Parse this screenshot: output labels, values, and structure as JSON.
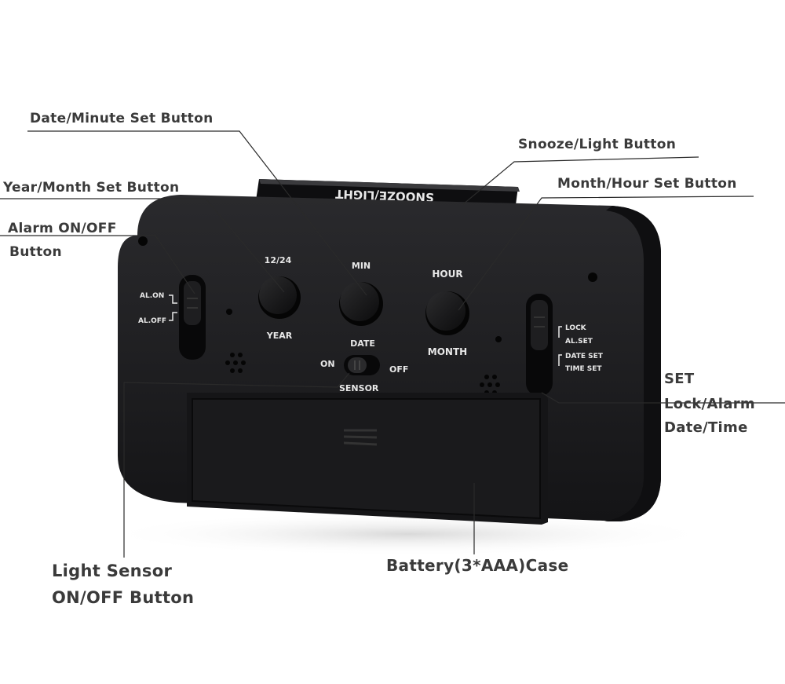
{
  "callouts": {
    "date_minute": "Date/Minute Set Button",
    "snooze_light": "Snooze/Light Button",
    "year_month": "Year/Month Set Button",
    "month_hour": "Month/Hour Set Button",
    "alarm_onoff_1": "Alarm ON/OFF",
    "alarm_onoff_2": "Button",
    "set_1": "SET",
    "set_2": "Lock/Alarm",
    "set_3": "Date/Time",
    "sensor_1": "Light Sensor",
    "sensor_2": "ON/OFF Button",
    "battery": "Battery(3*AAA)Case"
  },
  "device": {
    "snooze_bar": "SNOOZE/LIGHT",
    "btn_12_24": "12/24",
    "btn_year": "YEAR",
    "btn_min": "MIN",
    "btn_date": "DATE",
    "btn_hour": "HOUR",
    "btn_month": "MONTH",
    "al_on": "AL.ON",
    "al_off": "AL.OFF",
    "lock": "LOCK",
    "al_set": "AL.SET",
    "date_set": "DATE SET",
    "time_set": "TIME SET",
    "sensor_on": "ON",
    "sensor_off": "OFF",
    "sensor": "SENSOR"
  },
  "colors": {
    "body": "#1c1c1e",
    "label_text": "#3a3a3a",
    "device_text": "#e8e8e8"
  }
}
